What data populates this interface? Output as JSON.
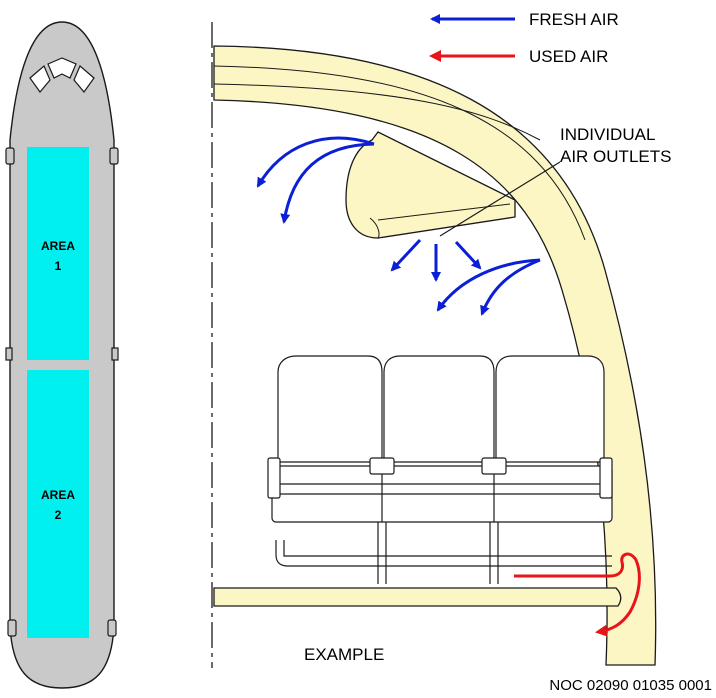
{
  "legend": {
    "fresh_air": {
      "label": "FRESH AIR",
      "color": "#0b1fd6"
    },
    "used_air": {
      "label": "USED AIR",
      "color": "#e8141a"
    }
  },
  "callout": {
    "line1": "INDIVIDUAL",
    "line2": "AIR OUTLETS"
  },
  "aircraft": {
    "area1": {
      "line1": "AREA",
      "line2": "1"
    },
    "area2": {
      "line1": "AREA",
      "line2": "2"
    }
  },
  "caption": "EXAMPLE",
  "figure_id": "NOC 02090 01035 0001",
  "colors": {
    "fuselage_fill": "#c9c9c9",
    "area_fill": "#00f0f0",
    "cabin_wall": "#fbf6c4",
    "line": "#1a1a1a"
  }
}
